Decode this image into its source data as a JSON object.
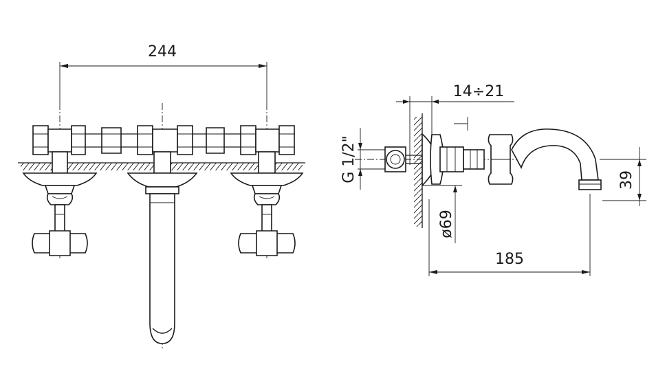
{
  "dimensions": {
    "spread": "244",
    "wall_depth": "14÷21",
    "thread": "G 1/2\"",
    "flange_diameter": "ø69",
    "spout_reach": "185",
    "spout_height": "39"
  },
  "colors": {
    "line": "#1a1a1a",
    "background": "#ffffff"
  }
}
